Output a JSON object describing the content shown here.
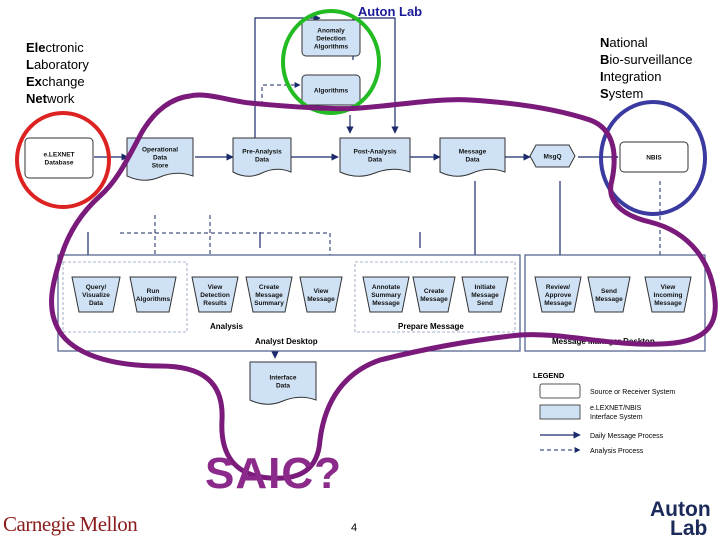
{
  "title": "Auton Lab",
  "elexnet": {
    "lines": [
      {
        "bold": "Ele",
        "rest": "ctronic"
      },
      {
        "bold": "L",
        "rest": "aboratory"
      },
      {
        "bold": "Ex",
        "rest": "change"
      },
      {
        "bold": "Net",
        "rest": "work"
      }
    ]
  },
  "nbis": {
    "lines": [
      {
        "bold": "N",
        "rest": "ational"
      },
      {
        "bold": "B",
        "rest": "io-surveillance"
      },
      {
        "bold": "I",
        "rest": "ntegration"
      },
      {
        "bold": "S",
        "rest": "ystem"
      }
    ]
  },
  "nodes": {
    "anomaly": [
      "Anomaly",
      "Detection",
      "Algorithms"
    ],
    "algorithms": [
      "Algorithms"
    ],
    "elexnet_db": [
      "e.LEXNET",
      "Database"
    ],
    "operational": [
      "Operational",
      "Data",
      "Store"
    ],
    "pre_analysis": [
      "Pre-Analysis",
      "Data"
    ],
    "post_analysis": [
      "Post-Analysis",
      "Data"
    ],
    "message_data": [
      "Message",
      "Data"
    ],
    "msgq": [
      "MsgQ"
    ],
    "nbis_box": [
      "NBIS"
    ],
    "query": [
      "Query/",
      "Visualize",
      "Data"
    ],
    "run_alg": [
      "Run",
      "Algorithms"
    ],
    "view_det": [
      "View",
      "Detection",
      "Results"
    ],
    "create_sum": [
      "Create",
      "Message",
      "Summary"
    ],
    "view_msg": [
      "View",
      "Message"
    ],
    "annotate": [
      "Annotate",
      "Summary",
      "Message"
    ],
    "create_msg": [
      "Create",
      "Message"
    ],
    "initiate": [
      "Initiate",
      "Message",
      "Send"
    ],
    "review": [
      "Review/",
      "Approve",
      "Message"
    ],
    "send_msg": [
      "Send",
      "Message"
    ],
    "view_incoming": [
      "View",
      "Incoming",
      "Message"
    ],
    "interface": [
      "Interface",
      "Data"
    ]
  },
  "groups": {
    "analysis": "Analysis",
    "prepare": "Prepare Message",
    "analyst_desktop": "Analyst Desktop",
    "manager_desktop": "Message Manager Desktop"
  },
  "legend": {
    "title": "LEGEND",
    "items": [
      {
        "lines": [
          "Source or Receiver System"
        ]
      },
      {
        "lines": [
          "e.LEXNET/NBIS",
          "Interface System"
        ]
      },
      {
        "lines": [
          "Daily Message Process"
        ]
      },
      {
        "lines": [
          "Analysis Process"
        ]
      }
    ]
  },
  "saic": "SAIC?",
  "footer": {
    "cmu": "Carnegie Mellon",
    "page": "4",
    "logo_line1": "Auton",
    "logo_line2": "Lab"
  },
  "colors": {
    "green_circle": "#22bb22",
    "red_circle": "#dd2222",
    "blue_circle": "#3a3aa0",
    "purple_outline": "#7a1a7a",
    "node_fill": "#cfe2f5",
    "node_stroke": "#333333"
  }
}
